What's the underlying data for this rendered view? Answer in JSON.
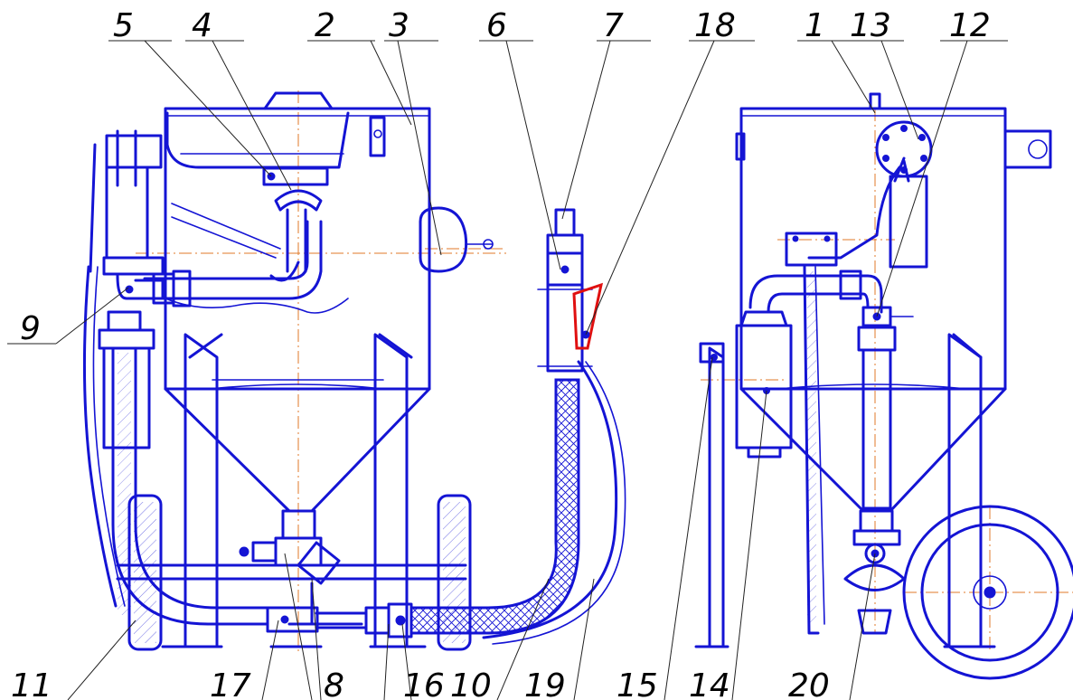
{
  "diagram": {
    "labels": [
      {
        "id": "1",
        "text": "1"
      },
      {
        "id": "2",
        "text": "2"
      },
      {
        "id": "3",
        "text": "3"
      },
      {
        "id": "4",
        "text": "4"
      },
      {
        "id": "5",
        "text": "5"
      },
      {
        "id": "6",
        "text": "6"
      },
      {
        "id": "7",
        "text": "7"
      },
      {
        "id": "8",
        "text": "8"
      },
      {
        "id": "9",
        "text": "9"
      },
      {
        "id": "10",
        "text": "10"
      },
      {
        "id": "11",
        "text": "11"
      },
      {
        "id": "12",
        "text": "12"
      },
      {
        "id": "13",
        "text": "13"
      },
      {
        "id": "14",
        "text": "14"
      },
      {
        "id": "15",
        "text": "15"
      },
      {
        "id": "16",
        "text": "16"
      },
      {
        "id": "17",
        "text": "17"
      },
      {
        "id": "18",
        "text": "18"
      },
      {
        "id": "19",
        "text": "19"
      },
      {
        "id": "20",
        "text": "20"
      }
    ],
    "colors": {
      "line": "#1414d4",
      "accent": "#e01010",
      "centerline": "#e07a28",
      "leader": "#222222"
    }
  }
}
